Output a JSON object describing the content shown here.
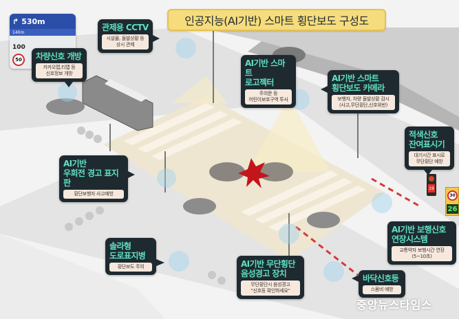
{
  "title": "인공지능(AI기반) 스마트 횡단보도 구성도",
  "navigation_card": {
    "direction_icon": "turn-right-arrow-icon",
    "distance": "530m",
    "sub_distance": "140m",
    "remaining": "100",
    "speed_limit": "50"
  },
  "callouts": [
    {
      "id": "vehicle-signal",
      "heading": "차량신호 개방",
      "description": "카카오맵,티맵 등\n신호정보 개방"
    },
    {
      "id": "cctv",
      "heading": "관제용 CCTV",
      "description": "시설물, 돌발상황 등\n상시 관제"
    },
    {
      "id": "logo-projector",
      "heading": "AI기반 스마트\n로고젝터",
      "description": "주의문 등\n어린이보호구역 투사"
    },
    {
      "id": "smart-camera",
      "heading": "AI기반 스마트\n횡단보도 카메라",
      "description": "보행자, 차량 돌발상황 감시\n(사고,무단횡단,신호위반)"
    },
    {
      "id": "red-signal-timer",
      "heading": "적색신호\n잔여표시기",
      "description": "대기시간 표시로\n무단횡단 예방"
    },
    {
      "id": "right-turn-sign",
      "heading": "AI기반\n우회전 경고 표지판",
      "description": "횡단보행자 사고예방"
    },
    {
      "id": "solar-road-stud",
      "heading": "솔라형\n도로표지병",
      "description": "횡단보도 주의"
    },
    {
      "id": "jaywalk-voice",
      "heading": "AI기반 무단횡단\n음성경고 장치",
      "description": "무단횡단시 음성경고\n\"신호등 확인하세요\""
    },
    {
      "id": "ped-signal-extend",
      "heading": "AI기반 보행신호\n연장시스템",
      "description": "교통약자 보행시간 연장\n(5~10초)"
    },
    {
      "id": "floor-signal",
      "heading": "바닥신호등",
      "description": "스몸비 예방"
    }
  ],
  "roadside_sign": {
    "speed_limit": "30",
    "countdown": "26"
  },
  "traffic_light": {
    "countdown": "19"
  },
  "watermark": "중앙뉴스타임스",
  "colors": {
    "title_bg": "#f6dc7c",
    "callout_bg": "#1e2a30",
    "callout_heading": "#5ee0c2",
    "callout_body_bg": "#f6e8dd",
    "plaza": "#efe6d2"
  }
}
